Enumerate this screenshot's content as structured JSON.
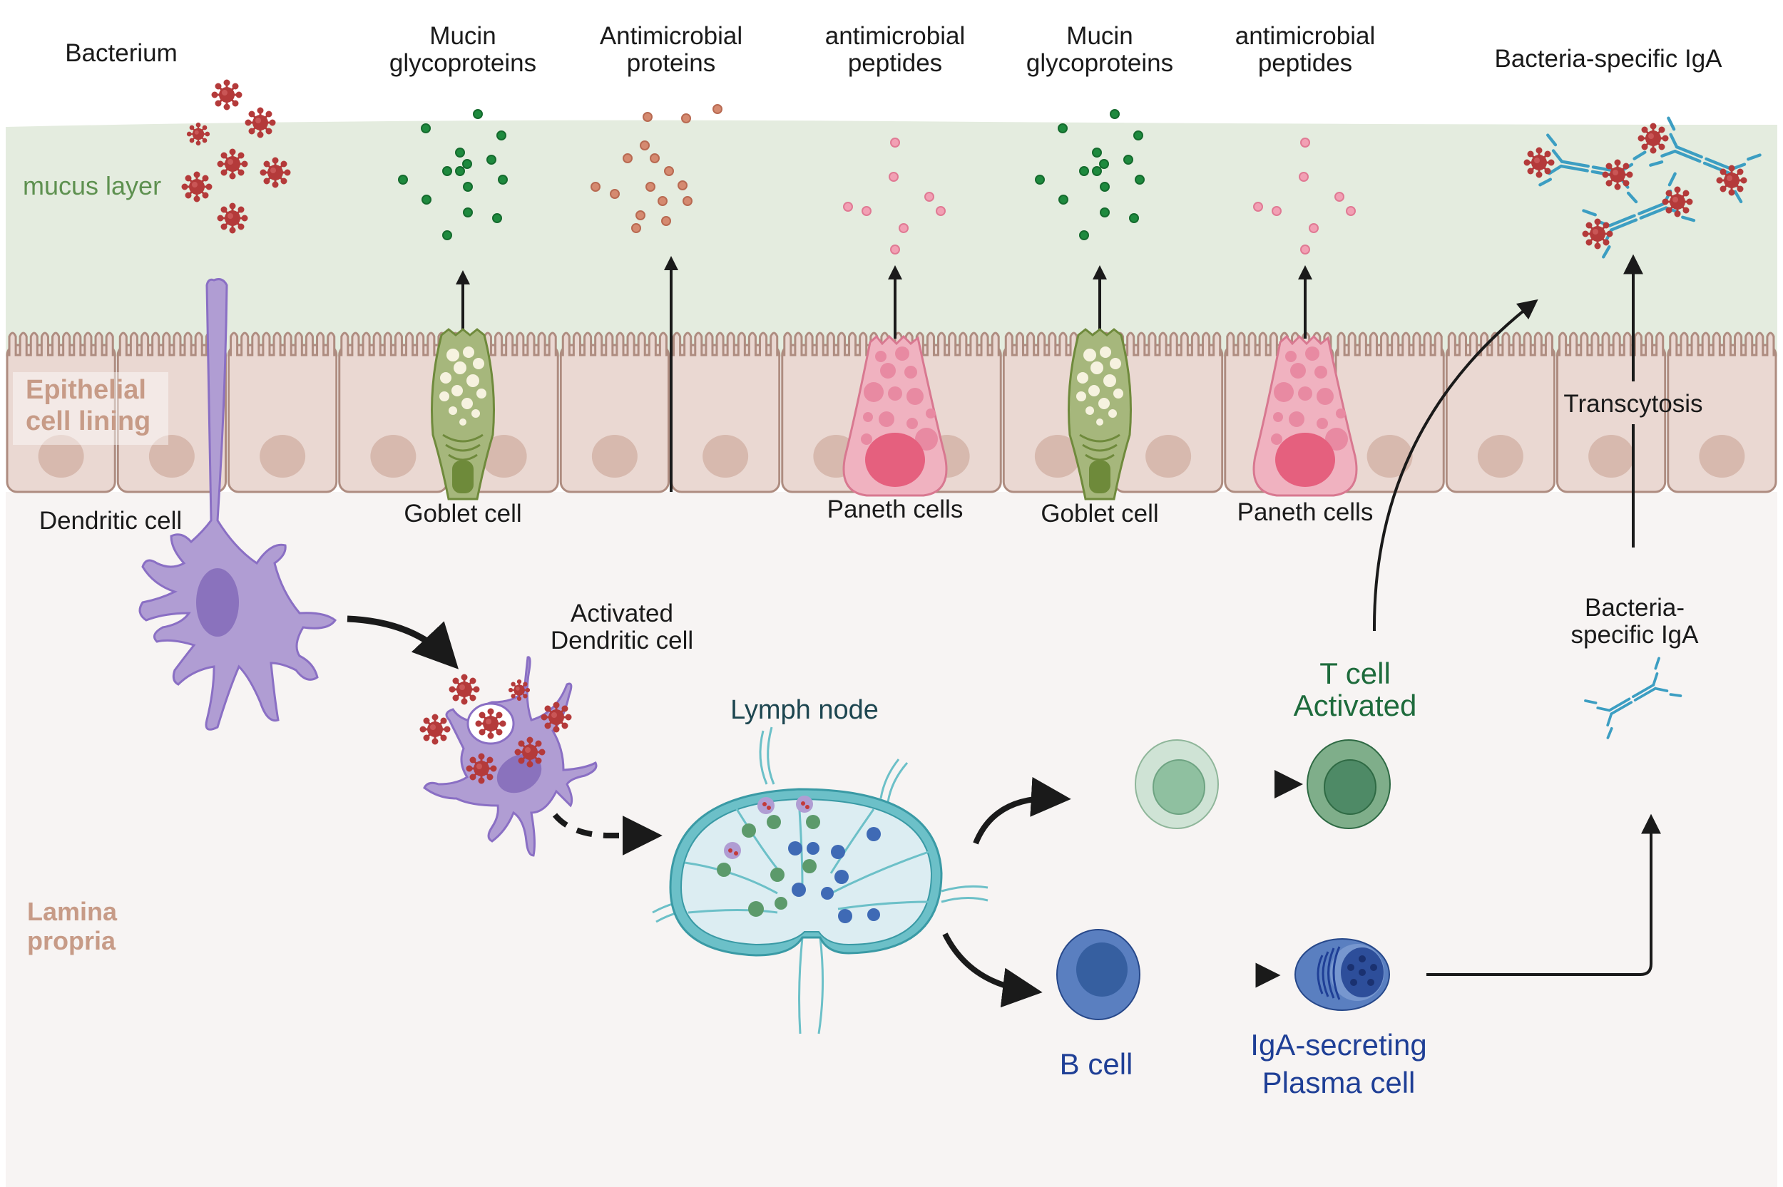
{
  "diagram": {
    "title": "Intestinal mucosal immune defense",
    "regions": {
      "mucus_layer": "mucus layer",
      "epithelium": [
        "Epithelial",
        "cell lining"
      ],
      "lamina_propria": [
        "Lamina",
        "propria"
      ]
    },
    "top_labels": {
      "bacterium": "Bacterium",
      "mucin1": [
        "Mucin",
        "glycoproteins"
      ],
      "amp_proteins": [
        "Antimicrobial",
        "proteins"
      ],
      "amp_peptides1": [
        "antimicrobial",
        "peptides"
      ],
      "mucin2": [
        "Mucin",
        "glycoproteins"
      ],
      "amp_peptides2": [
        "antimicrobial",
        "peptides"
      ],
      "iga_top": "Bacteria-specific IgA"
    },
    "cell_labels": {
      "dendritic": "Dendritic cell",
      "goblet1": "Goblet cell",
      "paneth1": "Paneth cells",
      "goblet2": "Goblet cell",
      "paneth2": "Paneth cells",
      "transcytosis": "Transcytosis"
    },
    "immune_labels": {
      "activated_dc": [
        "Activated",
        "Dendritic cell"
      ],
      "lymph_node": "Lymph node",
      "t_cell": [
        "T cell",
        "Activated"
      ],
      "iga_free": [
        "Bacteria-",
        "specific IgA"
      ],
      "b_cell": "B cell",
      "plasma_cell": [
        "IgA-secreting",
        "Plasma cell"
      ]
    },
    "colors": {
      "mucus": "#e4ecdf",
      "epithelial_cell": "#ead8d2",
      "epithelial_border": "#ae8c80",
      "epithelial_nucleus": "#d7b9ae",
      "lamina": "#f7f4f3",
      "bacterium": "#b43a3a",
      "mucin_dot": "#1e8a3e",
      "amp_protein_dot": "#d58a70",
      "amp_peptide_dot": "#f2a0b4",
      "dendritic": "#b09dd3",
      "dendritic_nucleus": "#8a72bd",
      "goblet": "#a6b77c",
      "paneth": "#f0b2c0",
      "paneth_nucleus": "#e5607e",
      "lymph": "#6cc0c8",
      "t_naive": "#cfe3d5",
      "t_active": "#7fae8a",
      "b_cell": "#5a7fc0",
      "antibody": "#3c9ec2",
      "arrow": "#1a1a1a"
    }
  }
}
